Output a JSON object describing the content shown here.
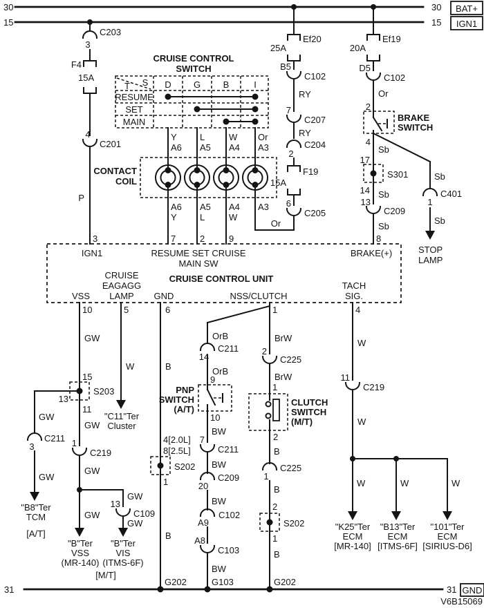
{
  "title_block": {
    "code": "V6B15069"
  },
  "bus": {
    "l30": "30",
    "l15": "15",
    "r30": "30",
    "r15": "15",
    "bat": "BAT+",
    "ign1": "IGN1",
    "l31": "31",
    "r31": "31",
    "gnd": "GND",
    "g202a": "G202",
    "g103": "G103",
    "g202b": "G202"
  },
  "feed": {
    "c203_pin": "3",
    "c203": "C203",
    "f4": "F4",
    "f4_amp": "15A",
    "c201_pin": "4",
    "c201": "C201",
    "wire_p": "P",
    "pin3": "3"
  },
  "sw": {
    "title1": "CRUISE CONTROL",
    "title2": "SWITCH",
    "t": "T",
    "s": "S",
    "rows": [
      "RESUME",
      "SET",
      "MAIN"
    ],
    "cols": [
      "D",
      "G",
      "B",
      "I"
    ],
    "above": [
      [
        "Y",
        "A6"
      ],
      [
        "L",
        "A5"
      ],
      [
        "W",
        "A4"
      ],
      [
        "Or",
        "A3"
      ]
    ],
    "below": [
      [
        "A6",
        "Y"
      ],
      [
        "A5",
        "L"
      ],
      [
        "A4",
        "W"
      ],
      [
        "A3",
        ""
      ]
    ],
    "or": "Or",
    "coil1": "CONTACT",
    "coil2": "COIL"
  },
  "mid": {
    "ef20": "Ef20",
    "ef20_amp": "25A",
    "b5": "B5",
    "c102": "C102",
    "ry1": "RY",
    "p7": "7",
    "c207": "C207",
    "ry2": "RY",
    "p2": "2",
    "c204": "C204",
    "f19": "F19",
    "f19_amp": "15A",
    "p6": "6",
    "c205": "C205"
  },
  "brake": {
    "ef19": "Ef19",
    "ef19_amp": "20A",
    "d5": "D5",
    "c102": "C102",
    "or": "Or",
    "p2": "2",
    "sw1": "BRAKE",
    "sw2": "SWITCH",
    "p4": "4",
    "sb1": "Sb",
    "p17": "17",
    "s301": "S301",
    "p14": "14",
    "sb2": "Sb",
    "p13": "13",
    "c209": "C209",
    "sb3": "Sb",
    "p8": "8"
  },
  "stop": {
    "sb1": "Sb",
    "c401_pin": "1",
    "c401": "C401",
    "sb2": "Sb",
    "l1": "STOP",
    "l2": "LAMP"
  },
  "unit": {
    "ign1": "IGN1",
    "resume": "RESUME SET CRUISE",
    "mainsw": "MAIN SW",
    "brake": "BRAKE(+)",
    "title": "CRUISE CONTROL UNIT",
    "vss": "VSS",
    "lamp1": "CRUISE",
    "lamp2": "EAGAGG",
    "lamp3": "LAMP",
    "gnd": "GND",
    "nss": "NSS/CLUTCH",
    "tach1": "TACH",
    "tach2": "SIG.",
    "p3": "3",
    "p7": "7",
    "p2": "2",
    "p9": "9",
    "p8": "8",
    "p10": "10",
    "p5": "5",
    "p6": "6",
    "p1": "1",
    "p4": "4"
  },
  "vss": {
    "gw1": "GW",
    "p15": "15",
    "s203": "S203",
    "p13": "13",
    "p11": "11",
    "gw2": "GW",
    "c219_pin": "1",
    "c219": "C219",
    "gw3": "GW",
    "gw4": "GW",
    "t1": "\"B\"Ter",
    "t2": "VSS",
    "t3": "(MR-140)",
    "mt": "[M/T]"
  },
  "tcm": {
    "gw1": "GW",
    "c211_pin": "3",
    "c211": "C211",
    "gw2": "GW",
    "t1": "\"B8\"Ter",
    "t2": "TCM",
    "t3": "[A/T]"
  },
  "vis": {
    "gw1": "GW",
    "c109_pin": "13",
    "c109": "C109",
    "gw2": "GW",
    "t1": "\"B\"Ter",
    "t2": "VIS",
    "t3": "(ITMS-6F)"
  },
  "cluster": {
    "w": "W",
    "t1": "\"C11\"Ter",
    "t2": "Cluster"
  },
  "gnd_col": {
    "b1": "B",
    "eng1": "4[2.0L]",
    "eng2": "8[2.5L]",
    "s202": "S202",
    "p1": "1",
    "b2": "B"
  },
  "pnp": {
    "orb1": "OrB",
    "c211a_pin": "14",
    "c211a": "C211",
    "orb2": "OrB",
    "p9": "9",
    "t1": "PNP",
    "t2": "SWITCH",
    "t3": "(A/T)",
    "p10": "10",
    "bw1": "BW",
    "c211b_pin": "7",
    "c211b": "C211",
    "bw2": "BW",
    "c209_pin": "20",
    "c209": "C209",
    "bw3": "BW",
    "c102_pin": "A9",
    "c102": "C102",
    "c103_pin": "A8",
    "c103": "C103",
    "bw4": "BW"
  },
  "clutch": {
    "brw1": "BrW",
    "c225a_pin": "2",
    "c225a": "C225",
    "brw2": "BrW",
    "p1a": "1",
    "t1": "CLUTCH",
    "t2": "SWITCH",
    "t3": "(M/T)",
    "p2a": "2",
    "b1": "B",
    "c225b_pin": "1",
    "c225b": "C225",
    "b2": "B",
    "p2b": "2",
    "s202": "S202",
    "p1b": "1",
    "b3": "B"
  },
  "tach": {
    "w1": "W",
    "c219_pin": "11",
    "c219": "C219",
    "w2": "W",
    "w3": "W",
    "w4": "W",
    "w5": "W",
    "ecm1": [
      "\"K25\"Ter",
      "ECM",
      "[MR-140]"
    ],
    "ecm2": [
      "\"B13\"Ter",
      "ECM",
      "[ITMS-6F]"
    ],
    "ecm3": [
      "\"101\"Ter",
      "ECM",
      "[SIRIUS-D6]"
    ]
  }
}
